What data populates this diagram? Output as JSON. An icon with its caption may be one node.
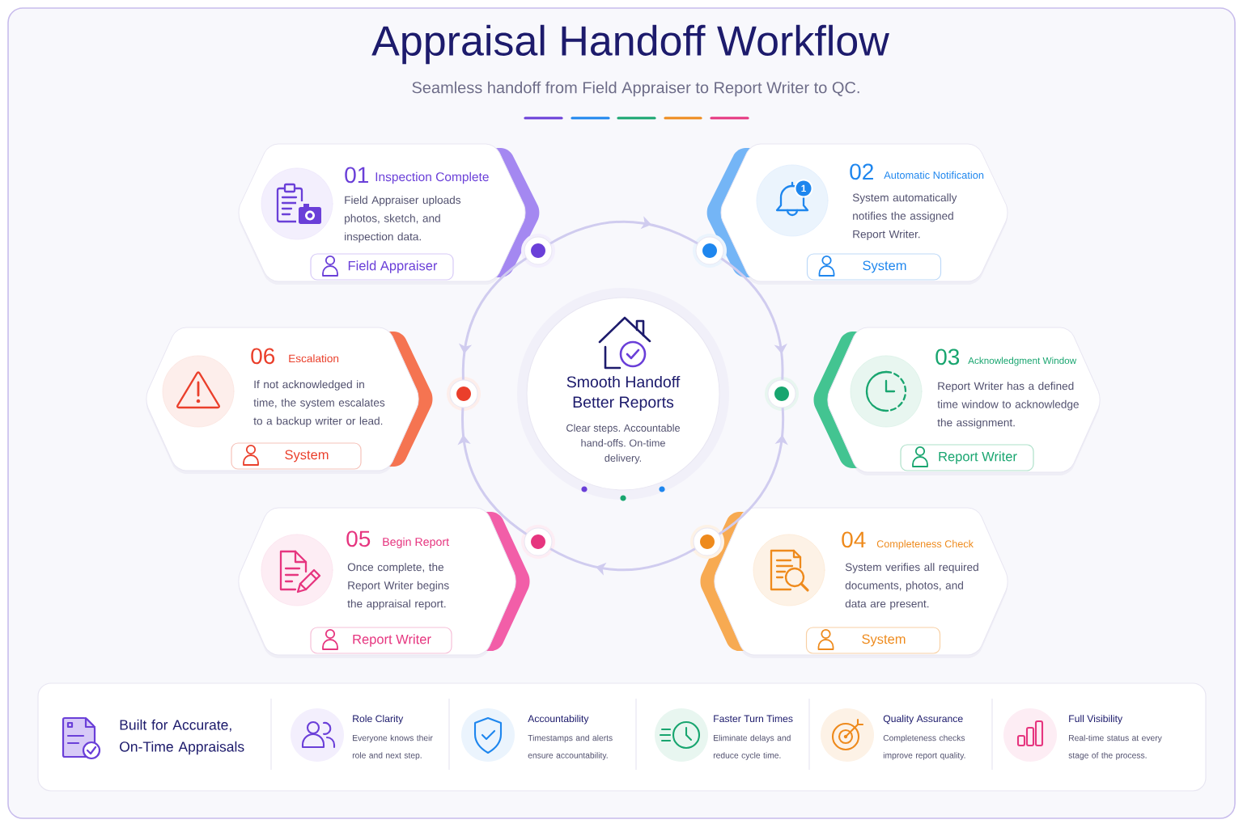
{
  "diagram": {
    "title": "Appraisal Handoff Workflow",
    "nodes": [
      {
        "text": [
          "01",
          "Inspection Complete",
          "Field Appraiser uploads photos, sketch, and inspection data."
        ]
      },
      {
        "text": [
          "Field Appraiser"
        ],
        "in": 0
      },
      {
        "text": [
          "02",
          "Automatic Notification",
          "System automatically notifies the assigned Report Writer."
        ]
      },
      {
        "text": [
          "System"
        ],
        "in": 2
      },
      {
        "text": [
          "03",
          "Acknowledgment Window",
          "Report Writer has a defined time window to acknowledge the assignment."
        ]
      },
      {
        "text": [
          "Report Writer"
        ],
        "in": 4
      },
      {
        "text": [
          "04",
          "Completeness Check",
          "System verifies all required documents, photos, and data are present."
        ]
      },
      {
        "text": [
          "System"
        ],
        "in": 6
      },
      {
        "text": [
          "05",
          "Begin Report",
          "Once complete, the Report Writer begins the appraisal report."
        ]
      },
      {
        "text": [
          "Report Writer"
        ],
        "in": 8
      },
      {
        "text": [
          "06",
          "Escalation",
          "If not acknowledged in time, the system escalates to a backup writer or lead."
        ]
      },
      {
        "text": [
          "System"
        ],
        "in": 10
      },
      {
        "text": [
          "Smooth Handoff Better Reports",
          "Clear steps. Accountable hand-offs. On-time delivery."
        ]
      },
      {
        "text": [],
        "shape": "circle"
      },
      {
        "text": [],
        "shape": "circle"
      },
      {
        "text": [],
        "shape": "circle"
      },
      {
        "text": [],
        "shape": "circle"
      },
      {
        "text": [],
        "shape": "circle"
      },
      {
        "text": [],
        "shape": "circle"
      },
      {
        "text": [
          "Built for Accurate, On-Time Appraisals"
        ]
      }
    ],
    "edges": [
      {
        "from": 13,
        "to": 14,
        "arrow": "to"
      },
      {
        "from": 14,
        "to": 16,
        "arrow": "to"
      },
      {
        "from": 18,
        "to": 16,
        "arrow": "to"
      },
      {
        "from": 18,
        "to": 17,
        "arrow": "to"
      },
      {
        "from": 17,
        "to": 15,
        "arrow": "to"
      },
      {
        "from": 13,
        "to": 15,
        "arrow": "to"
      }
    ],
    "labels": [
      "Seamless handoff from Field Appraiser to Report Writer to QC.",
      "1",
      "Role Clarity",
      "Everyone knows their role and next step.",
      "Accountability",
      "Timestamps and alerts ensure accountability.",
      "Faster Turn Times",
      "Eliminate delays and reduce cycle time.",
      "Quality Assurance",
      "Completeness checks improve report quality.",
      "Full Visibility",
      "Real-time status at every stage of the process."
    ]
  }
}
